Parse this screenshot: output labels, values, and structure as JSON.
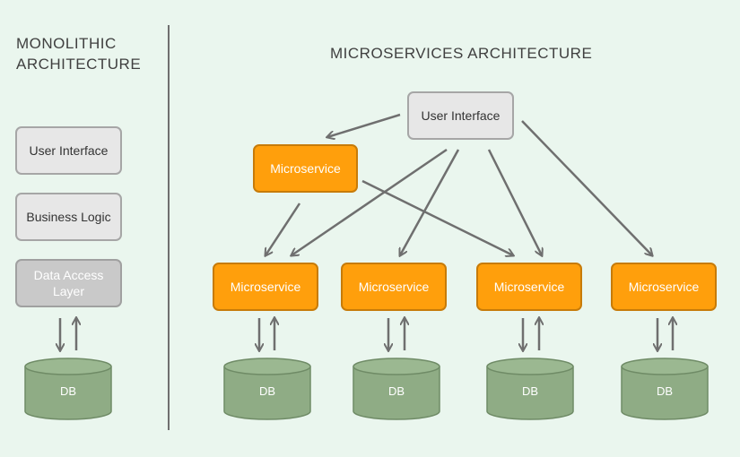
{
  "monolithic": {
    "title_line1": "MONOLITHIC",
    "title_line2": "ARCHITECTURE",
    "layers": [
      "User Interface",
      "Business Logic",
      "Data Access Layer"
    ],
    "db_label": "DB"
  },
  "microservices": {
    "title": "MICROSERVICES ARCHITECTURE",
    "user_interface": "User Interface",
    "microservice_label": "Microservice",
    "db_label": "DB"
  },
  "colors": {
    "background": "#eaf6ee",
    "microservice": "#ff9f0c",
    "db": "#8fac85",
    "ui_box": "#e7e7e7",
    "arrow": "#6f6f6f"
  }
}
